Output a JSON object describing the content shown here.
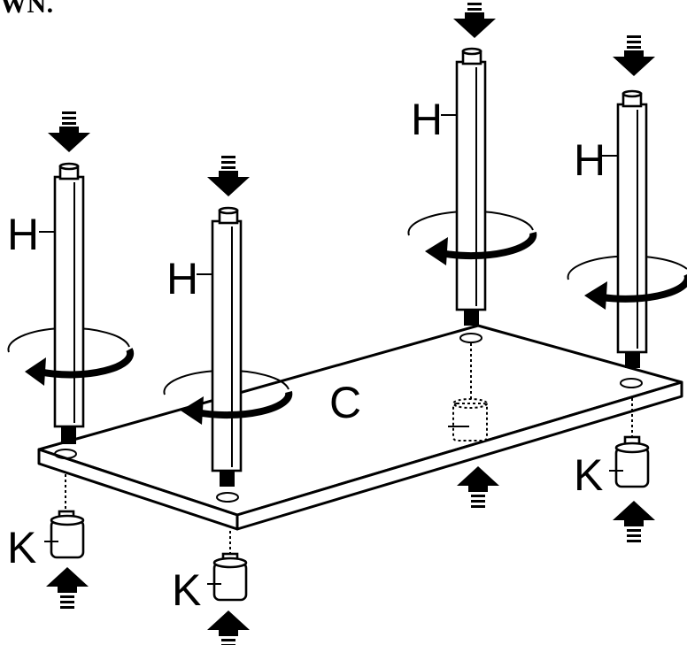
{
  "header": {
    "text": "WN."
  },
  "labels": {
    "leg": "H",
    "board": "C",
    "foot": "K"
  },
  "colors": {
    "ink": "#000000",
    "paper": "#ffffff"
  }
}
